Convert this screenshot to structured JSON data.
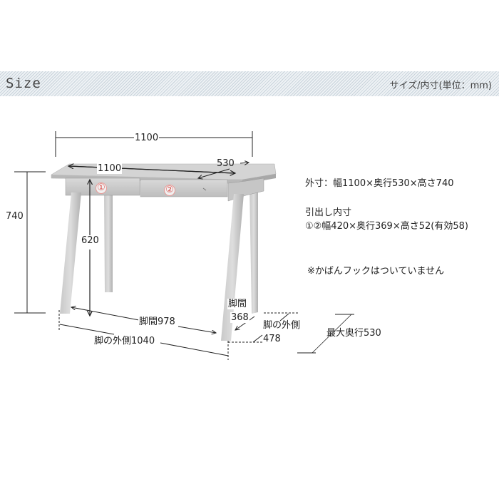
{
  "header": {
    "title": "Size",
    "unit_note": "サイズ/内寸(単位：mm)"
  },
  "colors": {
    "header_bg": "#eef2f5",
    "header_stripe": "#c9d3db",
    "drawer_marker": "#d9534f",
    "line": "#222222"
  },
  "dimensions": {
    "overall_width_top": "1100",
    "top_width": "1100",
    "top_depth": "530",
    "overall_height": "740",
    "clearance_height": "620",
    "leg_inner_width": "脚間978",
    "leg_outer_width": "脚の外側1040",
    "leg_inner_depth_label": "脚間",
    "leg_inner_depth_value": "368",
    "leg_outer_depth_label": "脚の外側",
    "leg_outer_depth_value": "478",
    "max_depth": "最大奥行530"
  },
  "drawer_markers": [
    "①",
    "②"
  ],
  "specs": {
    "outer": "外寸：幅1100×奥行530×高さ740",
    "drawer_title": "引出し内寸",
    "drawer_inner": "①②幅420×奥行369×高さ52(有効58)",
    "note": "※かばんフックはついていません"
  }
}
